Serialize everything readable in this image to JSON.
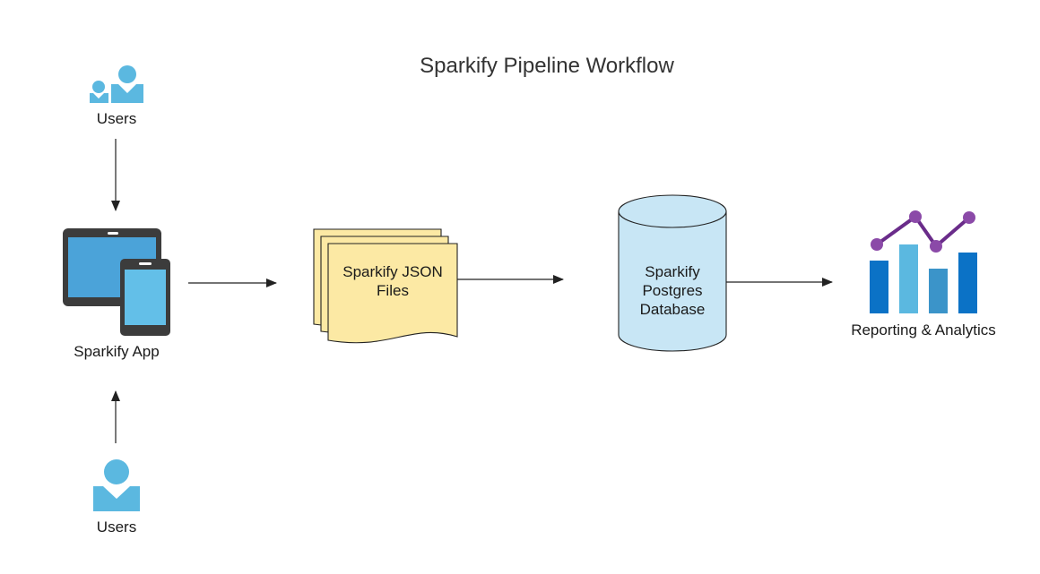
{
  "title": "Sparkify Pipeline Workflow",
  "nodes": {
    "users_top": {
      "label": "Users"
    },
    "app": {
      "label": "Sparkify App"
    },
    "users_bottom": {
      "label": "Users"
    },
    "json_files": {
      "line1": "Sparkify JSON",
      "line2": "Files"
    },
    "database": {
      "line1": "Sparkify",
      "line2": "Postgres",
      "line3": "Database"
    },
    "analytics": {
      "label": "Reporting & Analytics"
    }
  },
  "edges": [
    {
      "from": "Users",
      "to": "Sparkify App"
    },
    {
      "from": "Users",
      "to": "Sparkify App"
    },
    {
      "from": "Sparkify App",
      "to": "Sparkify JSON Files"
    },
    {
      "from": "Sparkify JSON Files",
      "to": "Sparkify Postgres Database"
    },
    {
      "from": "Sparkify Postgres Database",
      "to": "Reporting & Analytics"
    }
  ],
  "colors": {
    "user_icon": "#5bb8e0",
    "document_fill": "#fce9a4",
    "database_fill": "#c8e6f5",
    "device_frame": "#3c3c3c",
    "device_screen": "#4ba3d9",
    "bar_dark": "#0b72c6",
    "bar_light": "#5bb8e0",
    "trend_line": "#6a2c8a",
    "trend_dot": "#8b4aa8"
  },
  "icons": [
    "users-group-icon",
    "tablet-phone-icon",
    "user-icon",
    "document-stack-icon",
    "database-cylinder-icon",
    "bar-line-chart-icon"
  ]
}
